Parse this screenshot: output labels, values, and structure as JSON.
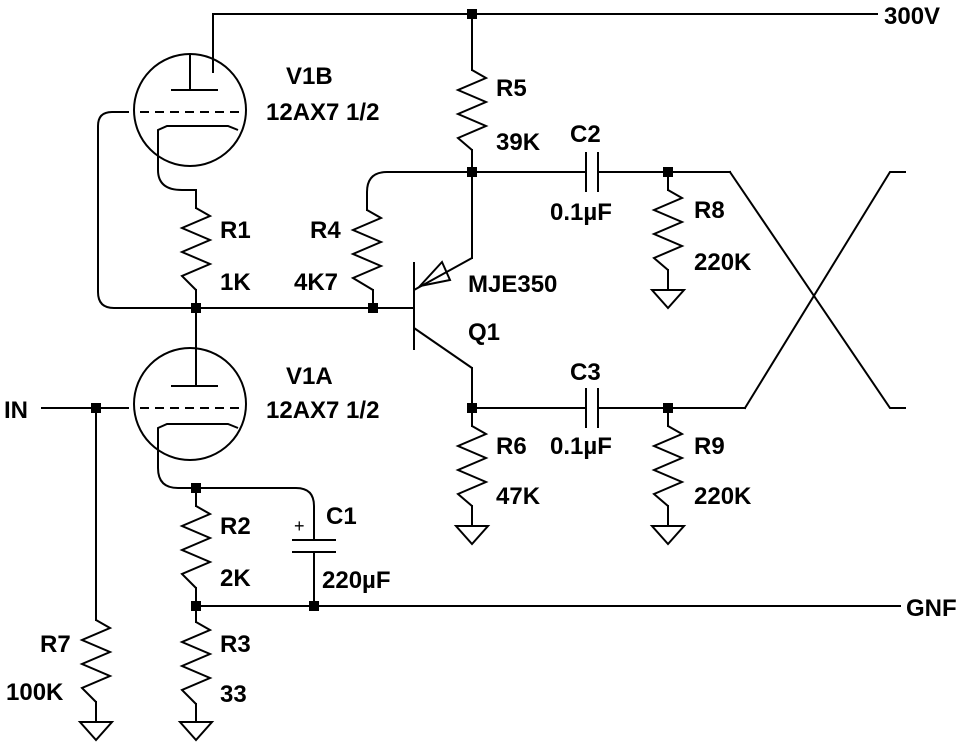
{
  "nets": {
    "supply": "300V",
    "input": "IN",
    "feedback": "GNF"
  },
  "components": {
    "V1B": {
      "ref": "V1B",
      "value": "12AX7 1/2"
    },
    "V1A": {
      "ref": "V1A",
      "value": "12AX7 1/2"
    },
    "R1": {
      "ref": "R1",
      "value": "1K"
    },
    "R2": {
      "ref": "R2",
      "value": "2K"
    },
    "R3": {
      "ref": "R3",
      "value": "33"
    },
    "R4": {
      "ref": "R4",
      "value": "4K7"
    },
    "R5": {
      "ref": "R5",
      "value": "39K"
    },
    "R6": {
      "ref": "R6",
      "value": "47K"
    },
    "R7": {
      "ref": "R7",
      "value": "100K"
    },
    "R8": {
      "ref": "R8",
      "value": "220K"
    },
    "R9": {
      "ref": "R9",
      "value": "220K"
    },
    "C1": {
      "ref": "C1",
      "value": "220µF",
      "polarity": "+"
    },
    "C2": {
      "ref": "C2",
      "value": "0.1µF"
    },
    "C3": {
      "ref": "C3",
      "value": "0.1µF"
    },
    "Q1": {
      "ref": "Q1",
      "value": "MJE350"
    }
  }
}
